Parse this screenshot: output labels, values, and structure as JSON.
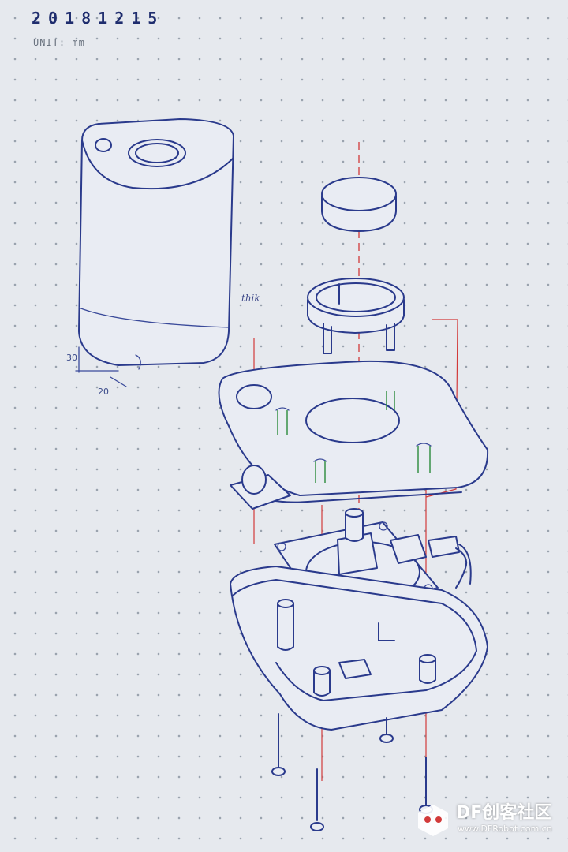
{
  "header": {
    "date": "20181215",
    "unit": "UNIT: mm"
  },
  "annotations": {
    "side_note": "thik",
    "dim_height": "30",
    "dim_depth": "20"
  },
  "watermark": {
    "title": "DF创客社区",
    "url": "www.DFRobot.com.cn"
  },
  "colors": {
    "ink": "#2a3a8c",
    "guide_red": "#d23a3a",
    "guide_green": "#2a8a3a",
    "paper": "#e6e9ee"
  }
}
